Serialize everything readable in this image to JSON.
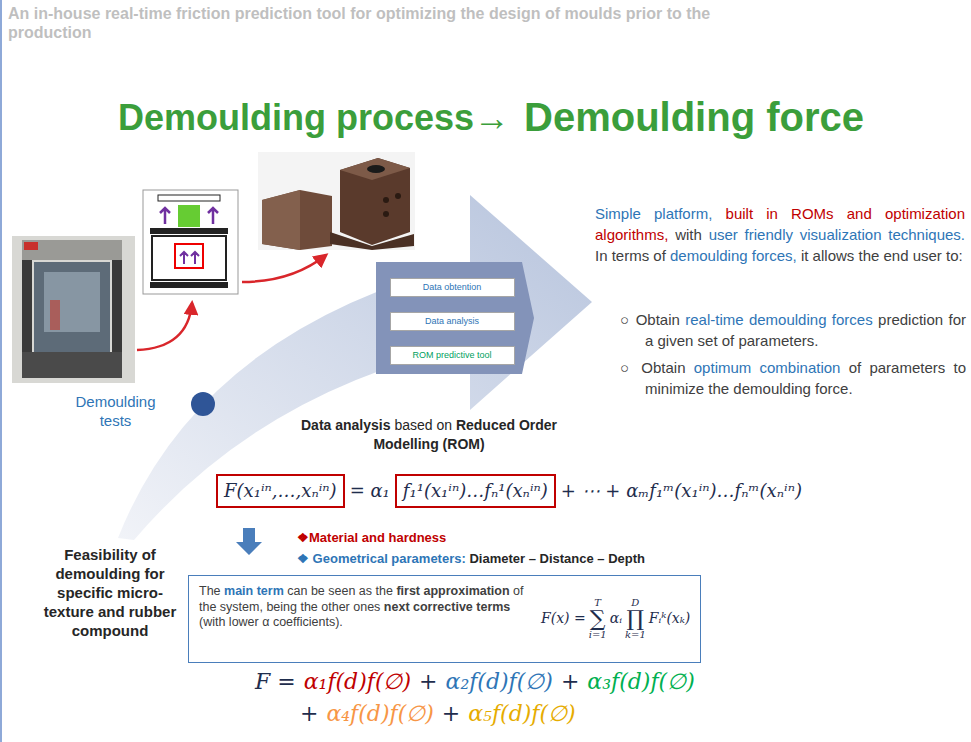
{
  "diagram": {
    "title": "An in-house real-time friction prediction tool for optimizing the design of moulds prior to the production",
    "nodes": [
      {
        "text": [
          "Data obtention"
        ]
      },
      {
        "text": [
          "Data analysis"
        ]
      },
      {
        "text": [
          "ROM predictive tool"
        ]
      },
      {
        "text": [
          "F(x₁ⁱⁿ,…,xₙⁱⁿ)"
        ]
      },
      {
        "text": [
          "f₁¹(x₁ⁱⁿ)…fₙ¹(xₙⁱⁿ)"
        ]
      },
      {
        "text": [
          "The",
          "main term",
          "can be seen as the",
          "first approximation",
          "of the system, being the other ones",
          "next corrective terms",
          "(with lower α coefficients).",
          "F(x) =",
          "T",
          "∑",
          "i=1",
          "αᵢ",
          "D",
          "∏",
          "k=1",
          "Fᵢᵏ(xₖ)"
        ]
      }
    ],
    "labels": [
      "Demoulding process→",
      "Demoulding force",
      "Demoulding tests",
      "Simple platform,",
      "built in ROMs and optimization algorithms,",
      "with",
      "user friendly visualization techniques.",
      "In terms of",
      "demoulding forces,",
      "it allows the end user to:",
      "○ Obtain",
      "real-time demoulding forces",
      "prediction for a given set of parameters.",
      "○ Obtain",
      "optimum combination",
      "of parameters to minimize the demoulding force.",
      "Data analysis",
      "based on",
      "Reduced Order Modelling (ROM)",
      "= α₁",
      "+ ⋯ + αₘf₁ᵐ(x₁ⁱⁿ)…fₙᵐ(xₙⁱⁿ)",
      "❖Material and hardness",
      "❖ Geometrical parameters:",
      "Diameter – Distance – Depth",
      "Feasibility of demoulding for specific micro-texture and rubber compound",
      "F =",
      "α₁f(d)f(∅)",
      "+",
      "α₂f(d)f(∅)",
      "+",
      "α₃f(d)f(∅)",
      "+",
      "α₄f(d)f(∅)",
      "+",
      "α₅f(d)f(∅)"
    ]
  }
}
